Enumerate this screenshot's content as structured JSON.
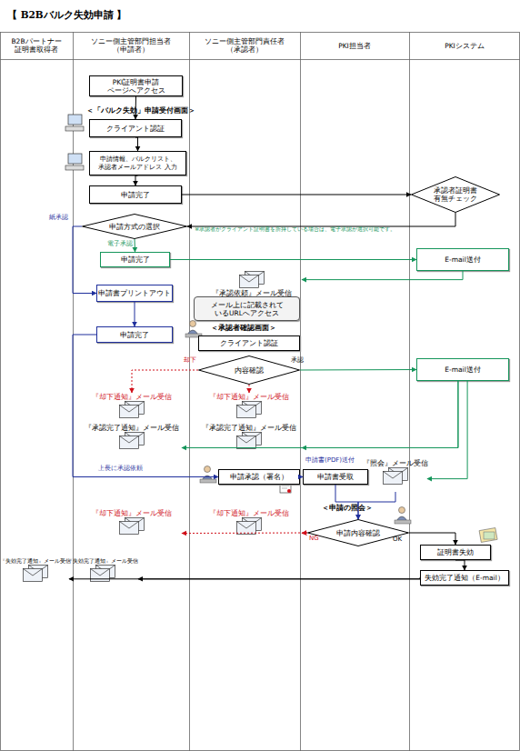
{
  "diagram": {
    "title": "【 B2Bバルク失効申請 】",
    "nodes": [
      {
        "text": [
          "B2Bパートナー 証明書取得者"
        ]
      },
      {
        "text": [
          "ソニー側主管部門担当者 （申請者）"
        ]
      },
      {
        "text": [
          "ソニー側主管部門責任者 （承認者）"
        ]
      },
      {
        "text": [
          "PKI担当者"
        ]
      },
      {
        "text": [
          "PKIシステム"
        ]
      },
      {
        "text": [
          "PKI証明書申請 ページへアクセス"
        ]
      },
      {
        "text": [
          "クライアント認証"
        ]
      },
      {
        "text": [
          "申請情報、バルクリスト、 承認者メールアドレス 入力"
        ]
      },
      {
        "text": [
          "申請完了"
        ]
      },
      {
        "text": [
          "承認者証明書 有無チェック"
        ]
      },
      {
        "text": [
          "申請方式の選択"
        ]
      },
      {
        "text": [
          "申請完了"
        ]
      },
      {
        "text": [
          "E-mail送付"
        ]
      },
      {
        "text": [
          "『承認依頼』メール受信"
        ]
      },
      {
        "text": [
          "申請書プリントアウト"
        ]
      },
      {
        "text": [
          "メール上に記載されて いるURLへアクセス"
        ]
      },
      {
        "text": [
          "申請完了"
        ]
      },
      {
        "text": [
          "クライアント認証"
        ]
      },
      {
        "text": [
          "内容確認"
        ]
      },
      {
        "text": [
          "E-mail送付"
        ]
      },
      {
        "text": [
          "『却下通知』メール受信"
        ]
      },
      {
        "text": [
          "『却下通知』メール受信"
        ]
      },
      {
        "text": [
          "『承認完了通知』メール受信"
        ]
      },
      {
        "text": [
          "『承認完了通知』メール受信"
        ]
      },
      {
        "text": [
          "申請承認（署名）"
        ]
      },
      {
        "text": [
          "申請書受取"
        ]
      },
      {
        "text": [
          "『照会』メール受信"
        ]
      },
      {
        "text": [
          "申請内容確認"
        ]
      },
      {
        "text": [
          "『却下通知』メール受信"
        ]
      },
      {
        "text": [
          "『却下通知』メール受信"
        ]
      },
      {
        "text": [
          "証明書失効"
        ]
      },
      {
        "text": [
          "失効完了通知（E-mail）"
        ]
      },
      {
        "text": [
          "『失効完了通知』メール受信"
        ]
      },
      {
        "text": [
          "『失効完了通知』メール受信"
        ]
      }
    ],
    "edges": [
      {
        "from": 5,
        "to": 6,
        "arrow": "to"
      },
      {
        "from": 6,
        "to": 7,
        "arrow": "to"
      },
      {
        "from": 7,
        "to": 8,
        "arrow": "to"
      },
      {
        "from": 8,
        "to": 9,
        "arrow": "to"
      },
      {
        "from": 9,
        "to": 10,
        "arrow": "to"
      },
      {
        "from": 10,
        "to": 11,
        "label": "電子承認",
        "arrow": "to"
      },
      {
        "from": 10,
        "to": 14,
        "label": "紙承認",
        "arrow": "to"
      },
      {
        "from": 11,
        "to": 12,
        "arrow": "to"
      },
      {
        "from": 12,
        "to": 13,
        "arrow": "to"
      },
      {
        "from": 14,
        "to": 16,
        "arrow": "to"
      },
      {
        "from": 16,
        "to": 24,
        "label": "上長に承認依頼",
        "arrow": "to"
      },
      {
        "from": 18,
        "to": 19,
        "label": "承認",
        "arrow": "to"
      },
      {
        "from": 18,
        "to": 20,
        "label": "却下",
        "arrow": "to"
      },
      {
        "from": 18,
        "to": 21,
        "arrow": "to"
      },
      {
        "from": 19,
        "to": 22,
        "arrow": "to"
      },
      {
        "from": 19,
        "to": 23,
        "arrow": "to"
      },
      {
        "from": 19,
        "to": 26,
        "arrow": "to"
      },
      {
        "from": 24,
        "to": 25,
        "label": "申請書(PDF)送付",
        "arrow": "to"
      },
      {
        "from": 25,
        "to": 27,
        "arrow": "to"
      },
      {
        "from": 26,
        "to": 27,
        "arrow": "to"
      },
      {
        "from": 27,
        "to": 28,
        "label": "NG",
        "arrow": "to"
      },
      {
        "from": 27,
        "to": 29,
        "arrow": "to"
      },
      {
        "from": 27,
        "to": 30,
        "label": "OK",
        "arrow": "to"
      },
      {
        "from": 30,
        "to": 31,
        "arrow": "to"
      },
      {
        "from": 31,
        "to": 32,
        "arrow": "to"
      },
      {
        "from": 31,
        "to": 33,
        "arrow": "to"
      }
    ],
    "labels": [
      "＜「バルク失効」申請受付画面＞",
      "※承認者がクライアント証明書を所持している場合は、電子承認が選択可能です。",
      "＜承認者確認画面＞",
      "＜申請の照会＞"
    ]
  }
}
